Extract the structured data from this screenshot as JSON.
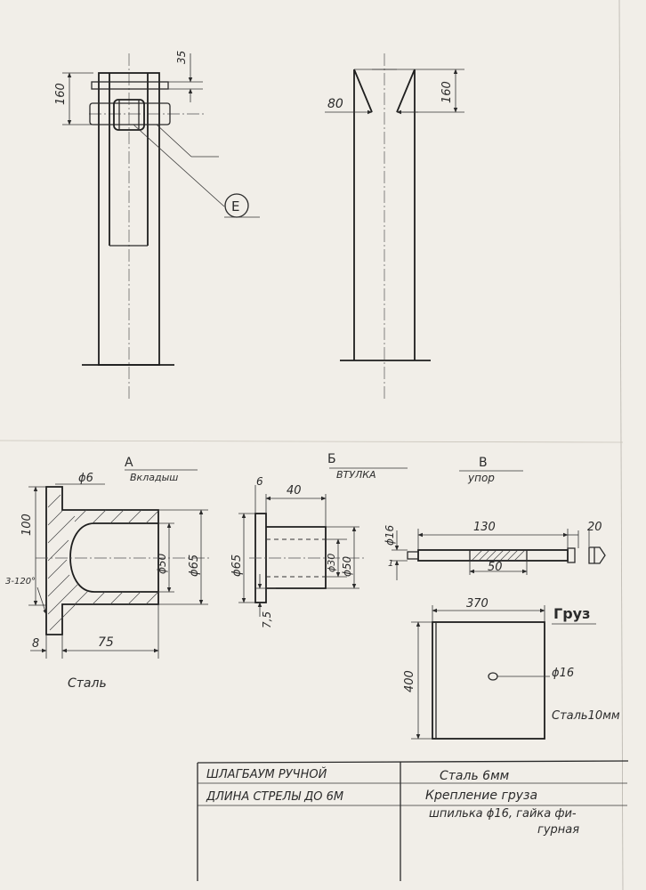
{
  "top_left_view": {
    "dims": {
      "d160": "160",
      "d35": "35"
    },
    "callout": "E"
  },
  "top_right_view": {
    "dims": {
      "d80": "80",
      "d160": "160"
    }
  },
  "detail_a": {
    "letter": "А",
    "name": "Вкладыш",
    "dims": {
      "d6": "ϕ6",
      "d100": "100",
      "d50": "ϕ50",
      "d65": "ϕ65",
      "d3x120": "3-120°",
      "d8": "8",
      "d75": "75"
    },
    "material": "Сталь"
  },
  "detail_b": {
    "letter": "Б",
    "name": "ВТУЛКА",
    "dims": {
      "d6": "6",
      "d40": "40",
      "d65": "ϕ65",
      "d30": "ϕ30",
      "d50": "ϕ50",
      "d75": "7,5"
    }
  },
  "detail_v": {
    "letter": "В",
    "name": "упор",
    "dims": {
      "d16": "ϕ16",
      "d130": "130",
      "d20": "20",
      "d50": "50",
      "d1": "1"
    }
  },
  "weight_plate": {
    "title": "Груз",
    "dims": {
      "d370": "370",
      "d400": "400",
      "d16": "ϕ16"
    },
    "material": "Сталь10мм"
  },
  "title_block": {
    "row1_left": "ШЛАГБАУМ РУЧНОЙ",
    "row1_right": "Сталь 6мм",
    "row2_left": "ДЛИНА СТРЕЛЫ ДО 6М",
    "row2_right": "Крепление груза",
    "row3_right_a": "шпилька ϕ16, гайка фи-",
    "row3_right_b": "гурная"
  }
}
